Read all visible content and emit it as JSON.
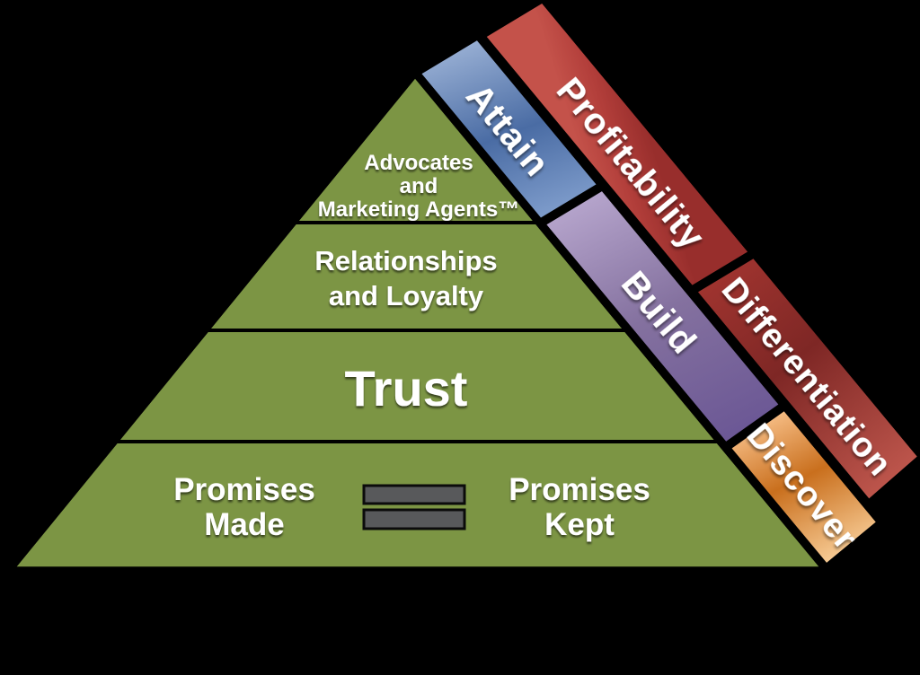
{
  "background": "#000000",
  "pyramid": {
    "fill": "#7C9544",
    "outline": "#000000",
    "levels": {
      "advocates": {
        "line1": "Advocates",
        "line2": "and",
        "line3": "Marketing Agents™"
      },
      "relationships": {
        "line1": "Relationships",
        "line2": "and Loyalty"
      },
      "trust": {
        "line1": "Trust"
      },
      "promises": {
        "left1": "Promises",
        "left2": "Made",
        "right1": "Promises",
        "right2": "Kept",
        "relation": "equals-sign"
      }
    }
  },
  "bands": {
    "attain": {
      "label": "Attain",
      "from": "#9FB5D8",
      "mid": "#4A6CA4",
      "to": "#7E9CCB"
    },
    "build": {
      "label": "Build",
      "from": "#B9A8CF",
      "mid": "#84719F",
      "to": "#6B5795"
    },
    "discover": {
      "label": "Discover",
      "from": "#F6BD85",
      "mid": "#C96F1D",
      "to": "#F6C992"
    },
    "profitability": {
      "label": "Profitability",
      "from": "#C4524A",
      "mid": "#B23E3A",
      "to": "#982E2C"
    },
    "differentiation": {
      "label": "Differentiation",
      "from": "#A33530",
      "mid": "#7E2725",
      "to": "#BE564C"
    }
  },
  "equals_sign": {
    "fill": "#58595B",
    "stroke": "#0B0B0B"
  }
}
